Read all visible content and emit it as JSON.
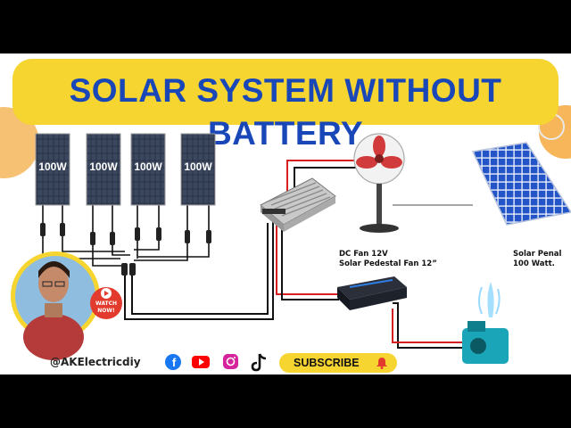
{
  "title": "SOLAR SYSTEM WITHOUT BATTERY",
  "panels": [
    "100W",
    "100W",
    "100W",
    "100W"
  ],
  "fan_label": [
    "DC Fan 12V",
    "Solar Pedestal Fan 12”"
  ],
  "panel_label": [
    "Solar Penal",
    "100 Watt."
  ],
  "watch": [
    "WATCH",
    "NOW!"
  ],
  "handle": "@AKElectricdiy",
  "subscribe": "SUBSCRIBE",
  "social_icons": [
    "facebook-icon",
    "youtube-icon",
    "instagram-icon",
    "tiktok-icon"
  ],
  "colors": {
    "banner": "#f7d531",
    "title": "#1947b8",
    "wire_red": "#d42020",
    "wire_black": "#111111",
    "panel": "#2a3346",
    "pump": "#1aa6b8"
  }
}
